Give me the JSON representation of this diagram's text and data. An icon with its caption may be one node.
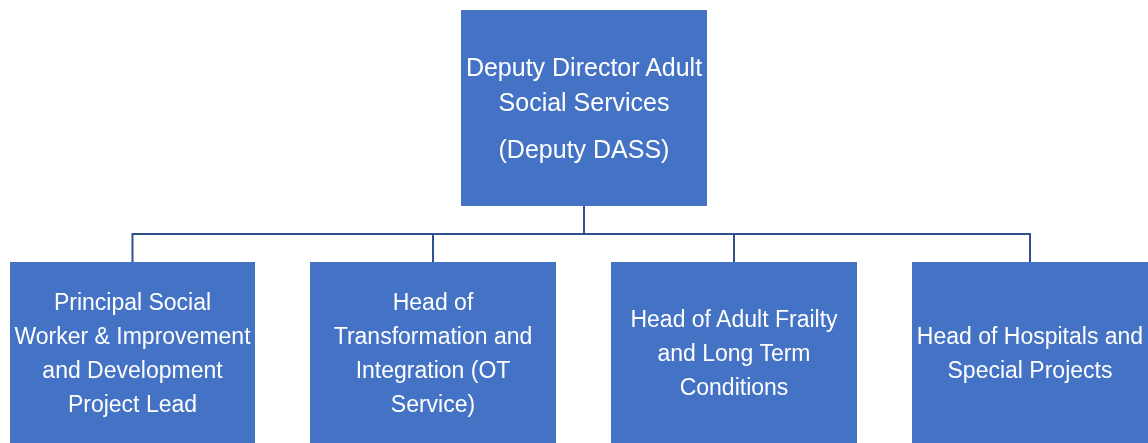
{
  "diagram": {
    "nodes": [
      {
        "text": [
          "Deputy Director Adult Social Services",
          "(Deputy DASS)"
        ]
      },
      {
        "text": [
          "Principal Social Worker & Improvement and Development Project Lead"
        ]
      },
      {
        "text": [
          "Head of Transformation and Integration (OT Service)"
        ]
      },
      {
        "text": [
          "Head of Adult Frailty and Long Term Conditions"
        ]
      },
      {
        "text": [
          "Head of Hospitals and Special Projects"
        ]
      }
    ],
    "edges": [
      {
        "from": 0,
        "to": 1,
        "arrow": "none"
      },
      {
        "from": 0,
        "to": 2,
        "arrow": "none"
      },
      {
        "from": 0,
        "to": 3,
        "arrow": "none"
      },
      {
        "from": 0,
        "to": 4,
        "arrow": "none"
      }
    ]
  }
}
